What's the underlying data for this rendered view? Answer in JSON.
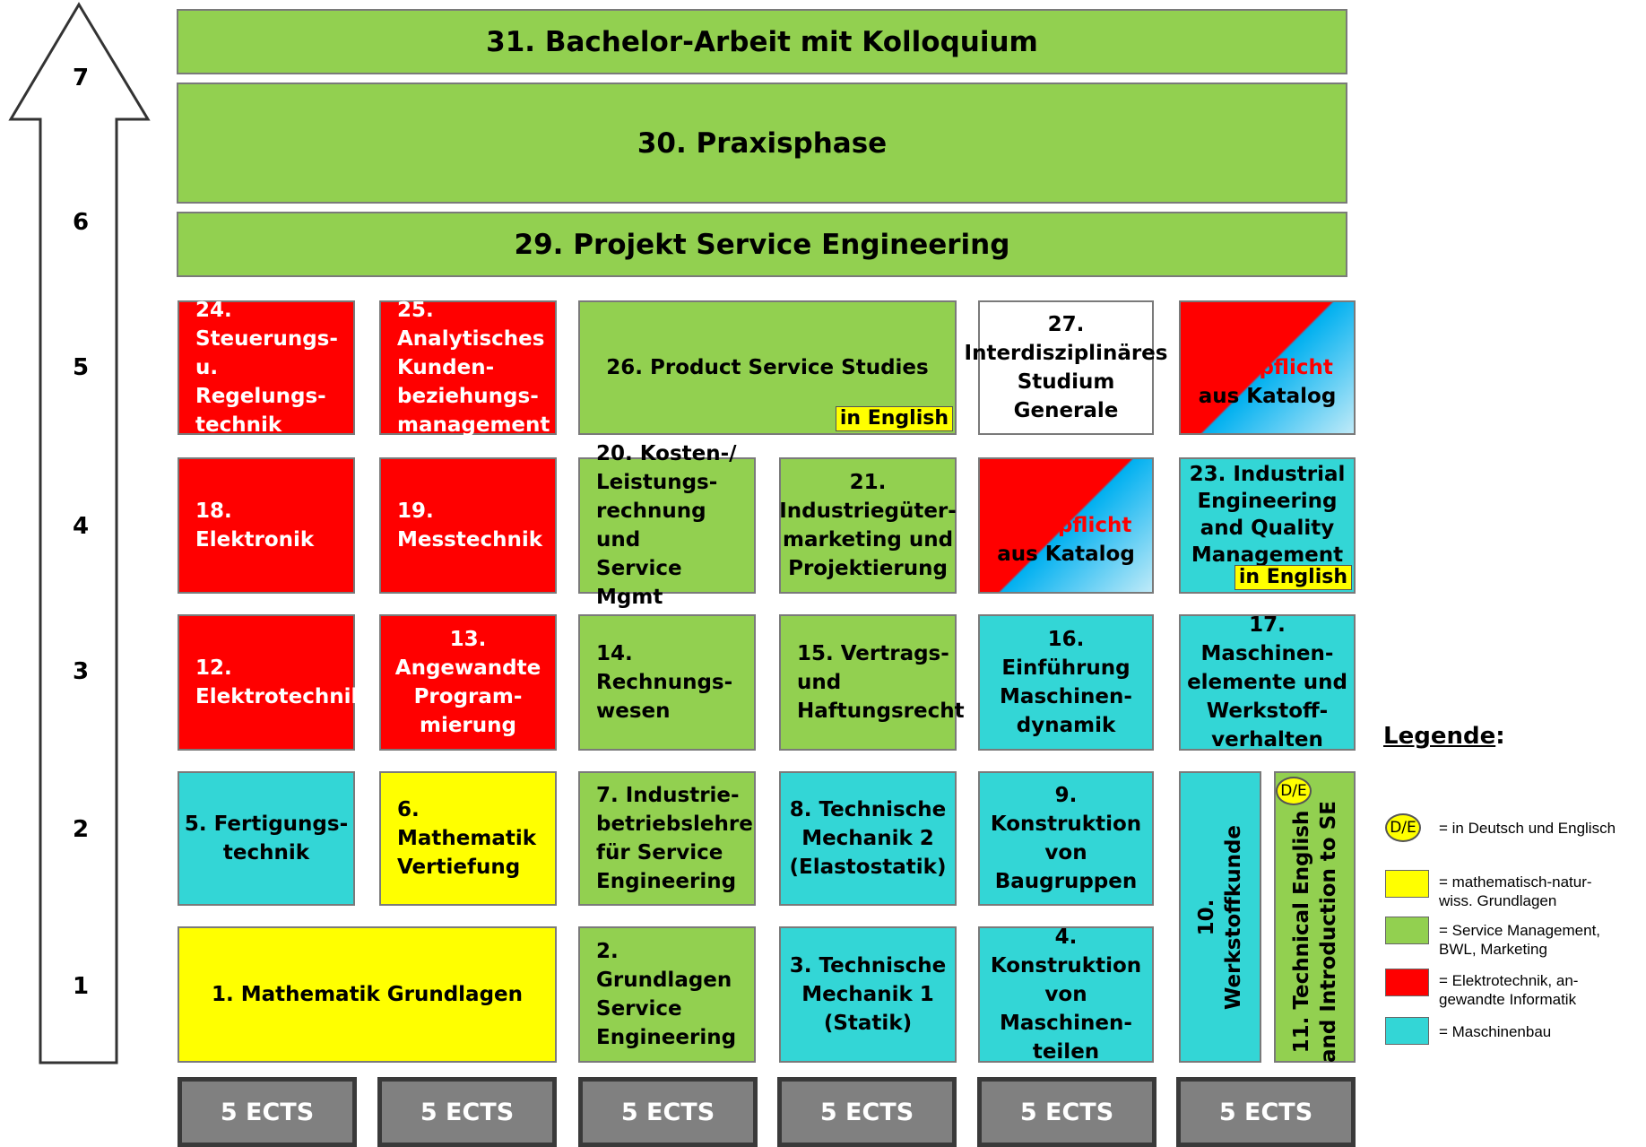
{
  "arrow": {
    "semesters": [
      "7",
      "6",
      "5",
      "4",
      "3",
      "2",
      "1"
    ]
  },
  "modules": {
    "m31": "31. Bachelor-Arbeit mit Kolloquium",
    "m30": "30. Praxisphase",
    "m29": "29. Projekt Service Engineering",
    "m24": "24.\nSteuerungs- u.\nRegelungs-\ntechnik",
    "m25": "25. Analytisches\nKunden-\nbeziehungs-\nmanagement",
    "m26": "26. Product Service Studies",
    "m27": "27.\nInterdisziplinäres\nStudium\nGenerale",
    "m28_red": "28. Wahlpflicht",
    "m28_black": "aus Katalog",
    "m18": "18.\nElektronik",
    "m19": "19.\nMesstechnik",
    "m20": "20. Kosten-/\nLeistungs-\nrechnung und\nService Mgmt",
    "m21": "21.\nIndustriegüter-\nmarketing und\nProjektierung",
    "m22_red": "22. Wahlpflicht",
    "m22_black": "aus Katalog",
    "m23": "23. Industrial\nEngineering\nand Quality\nManagement",
    "m12": "12.\nElektrotechnik",
    "m13": "13. Angewandte\nProgram-\nmierung",
    "m14": "14. Rechnungs-\nwesen",
    "m15": "15. Vertrags-\nund\nHaftungsrecht",
    "m16": "16. Einführung\nMaschinen-\ndynamik",
    "m17": "17. Maschinen-\nelemente und\nWerkstoff-\nverhalten",
    "m5": "5. Fertigungs-\ntechnik",
    "m6": "6. Mathematik\nVertiefung",
    "m7": "7. Industrie-\nbetriebslehre\nfür Service\nEngineering",
    "m8": "8. Technische\nMechanik 2\n(Elastostatik)",
    "m9": "9. Konstruktion\nvon\nBaugruppen",
    "m10": "10.\nWerkstoffkunde",
    "m11": "11. Technical English\nand Introduction to SE",
    "m1": "1. Mathematik Grundlagen",
    "m2": "2. Grundlagen\nService\nEngineering",
    "m3": "3. Technische\nMechanik 1\n(Statik)",
    "m4": "4. Konstruktion\nvon\nMaschinen-\nteilen"
  },
  "tags": {
    "in_english": "in English",
    "de_badge": "D/E"
  },
  "ects": [
    "5 ECTS",
    "5 ECTS",
    "5 ECTS",
    "5 ECTS",
    "5 ECTS",
    "5 ECTS"
  ],
  "legend": {
    "title": "Legende",
    "colon": ":",
    "items": [
      {
        "text": "= in Deutsch und Englisch"
      },
      {
        "text": "= mathematisch-natur-\nwiss. Grundlagen",
        "color": "#ffff00"
      },
      {
        "text": "= Service Management,\nBWL, Marketing",
        "color": "#92d050"
      },
      {
        "text": "= Elektrotechnik, an-\ngewandte Informatik",
        "color": "#ff0000"
      },
      {
        "text": "= Maschinenbau",
        "color": "#33d6d6"
      }
    ]
  },
  "colors": {
    "yellow": "#ffff00",
    "green": "#92d050",
    "red": "#ff0000",
    "cyan": "#33d6d6",
    "gray": "#808080"
  }
}
